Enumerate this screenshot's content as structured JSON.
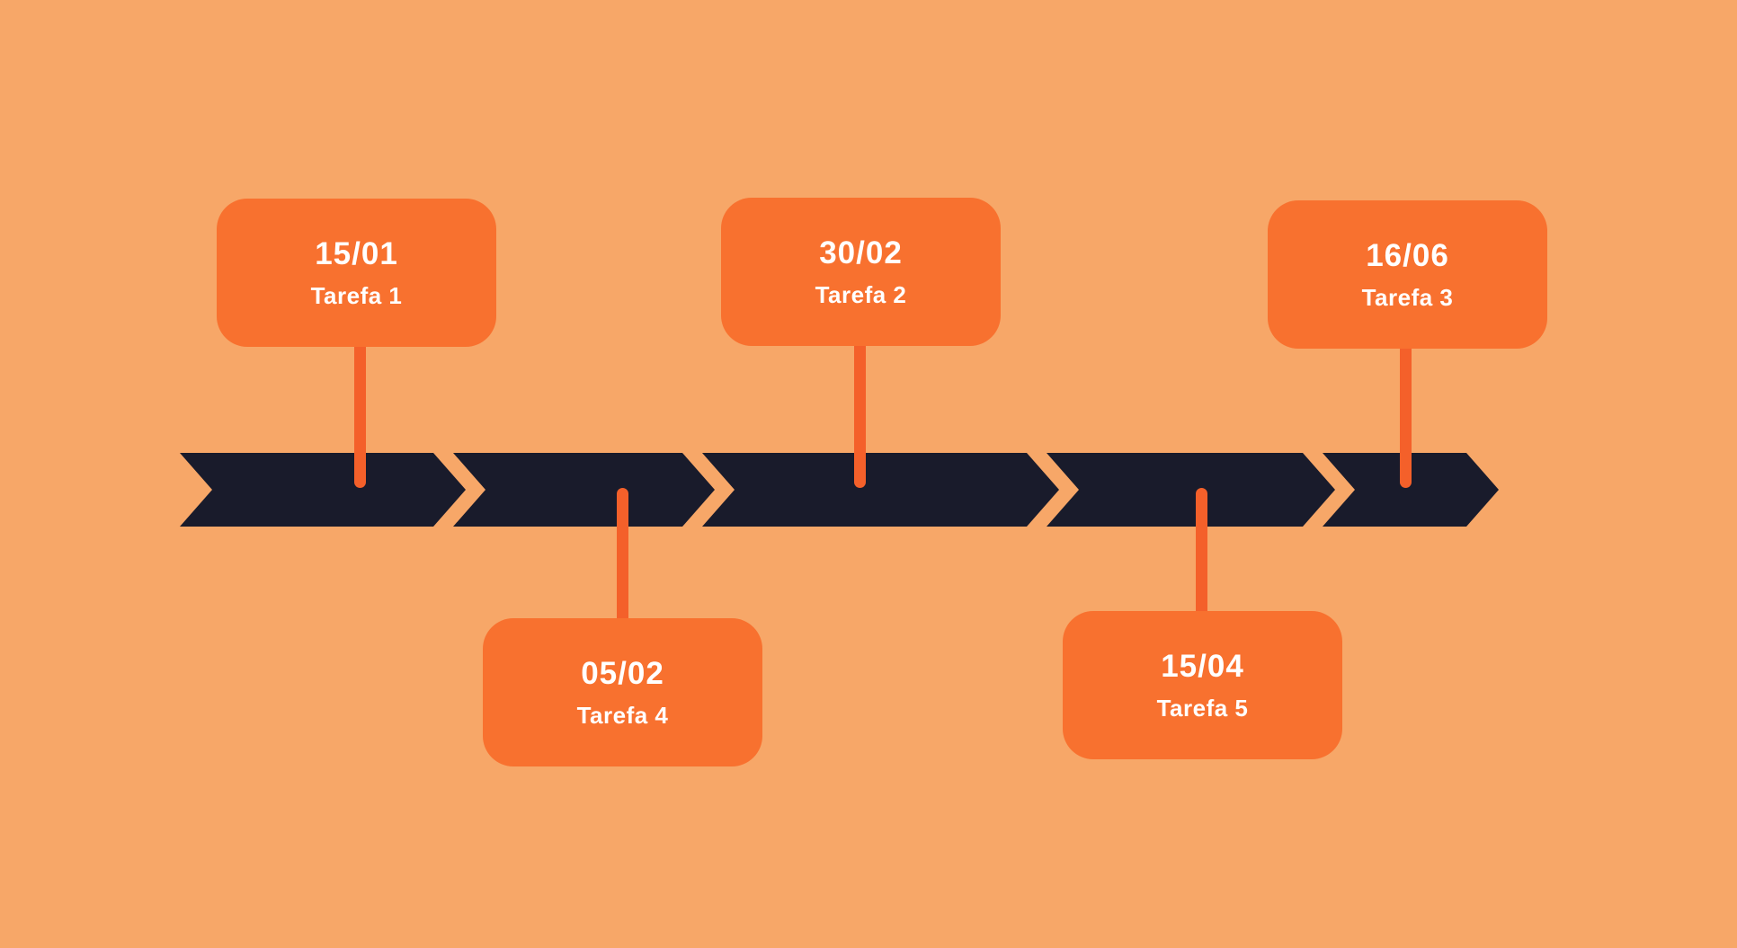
{
  "meta": {
    "description": "Chevron arrow project timeline infographic with five milestone cards"
  },
  "colors": {
    "bg": "#F7A768",
    "card": "#F8712F",
    "connector": "#F4602A",
    "bar": "#191B2B",
    "text": "#FFFFFF"
  },
  "timeline": {
    "segments_count": 5,
    "milestones": [
      {
        "date": "15/01",
        "label": "Tarefa 1",
        "position": "above"
      },
      {
        "date": "05/02",
        "label": "Tarefa 4",
        "position": "below"
      },
      {
        "date": "30/02",
        "label": "Tarefa 2",
        "position": "above"
      },
      {
        "date": "15/04",
        "label": "Tarefa 5",
        "position": "below"
      },
      {
        "date": "16/06",
        "label": "Tarefa 3",
        "position": "above"
      }
    ]
  }
}
